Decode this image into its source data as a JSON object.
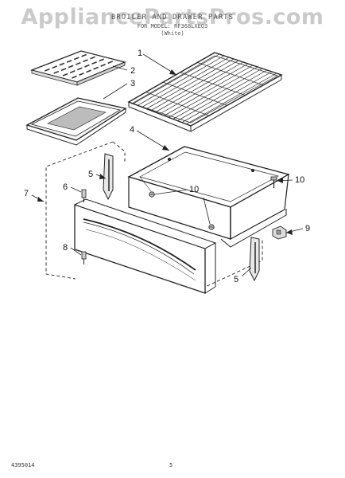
{
  "header": {
    "watermark": "AppliancePartsPros.com",
    "title_line": "BROILER AND DRAWER PARTS",
    "subtitle_line": "FOR MODEL: RF368LXEQ3",
    "note_line": "(White)"
  },
  "footer": {
    "doc_number": "4395014",
    "page_number": "5"
  },
  "callouts": [
    {
      "id": "callout-1",
      "label": "1"
    },
    {
      "id": "callout-2",
      "label": "2"
    },
    {
      "id": "callout-3",
      "label": "3"
    },
    {
      "id": "callout-4",
      "label": "4"
    },
    {
      "id": "callout-5a",
      "label": "5"
    },
    {
      "id": "callout-5b",
      "label": "5"
    },
    {
      "id": "callout-6",
      "label": "6"
    },
    {
      "id": "callout-7",
      "label": "7"
    },
    {
      "id": "callout-8",
      "label": "8"
    },
    {
      "id": "callout-9",
      "label": "9"
    },
    {
      "id": "callout-10a",
      "label": "10"
    },
    {
      "id": "callout-10b",
      "label": "10"
    },
    {
      "id": "callout-10c",
      "label": "10"
    }
  ]
}
